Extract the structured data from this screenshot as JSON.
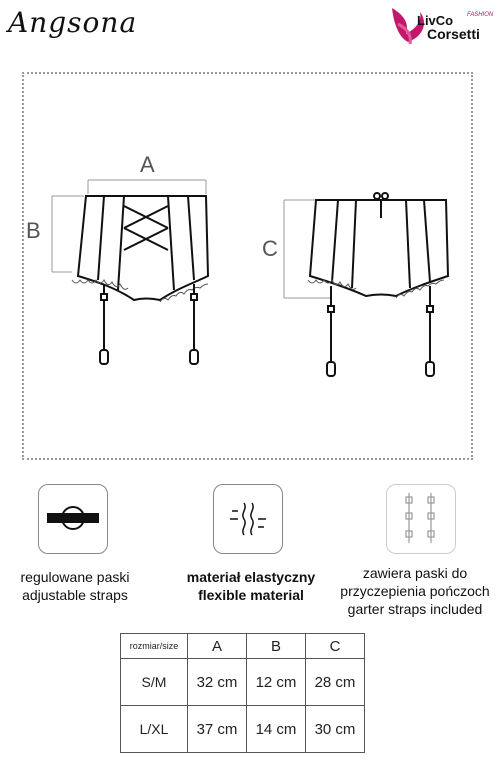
{
  "header": {
    "product_name": "Angsona",
    "brand": {
      "line1": "LivCo",
      "line1_suffix": "FASHION",
      "line2": "Corsetti",
      "accent": "#c2186b"
    }
  },
  "diagram": {
    "front_label": "A",
    "height_label": "B",
    "back_height_label": "C"
  },
  "features": [
    {
      "icon": "adjustable-strap-icon",
      "line1": "regulowane paski",
      "line2": "adjustable straps",
      "line3": ""
    },
    {
      "icon": "elastic-material-icon",
      "line1": "materiał elastyczny",
      "line2": "flexible material",
      "line3": ""
    },
    {
      "icon": "garter-straps-icon",
      "line1": "zawiera paski do",
      "line2": "przyczepienia pończoch",
      "line3": "garter straps included"
    }
  ],
  "size_table": {
    "corner": "rozmiar/size",
    "columns": [
      "A",
      "B",
      "C"
    ],
    "rows": [
      {
        "size": "S/M",
        "values": [
          "32 cm",
          "12 cm",
          "28 cm"
        ]
      },
      {
        "size": "L/XL",
        "values": [
          "37 cm",
          "14 cm",
          "30 cm"
        ]
      }
    ]
  }
}
